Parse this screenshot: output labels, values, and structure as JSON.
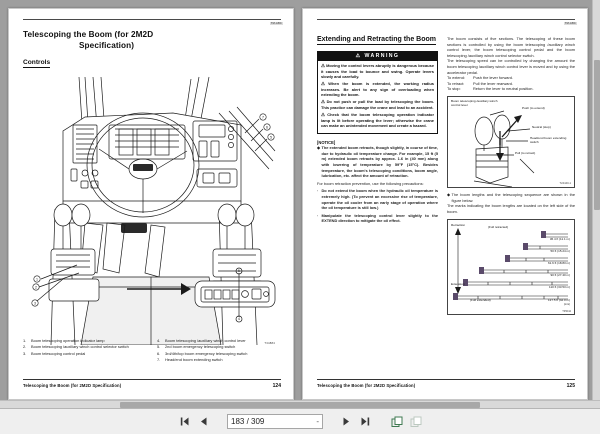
{
  "viewer": {
    "toolbar": {
      "first_page_label": "◀|",
      "prev_page_label": "◀",
      "next_page_label": "▶",
      "last_page_label": "|▶",
      "page_value": "183 / 309",
      "page_caret": "-",
      "icons": [
        "first-page-icon",
        "prev-page-icon",
        "next-page-icon",
        "last-page-icon",
        "add-bookmark-icon",
        "remove-bookmark-icon"
      ]
    }
  },
  "left_page": {
    "corner_code": "TM-ABC",
    "title_line1": "Telescoping the Boom (for 2M2D",
    "title_line2": "Specification)",
    "section": "Controls",
    "illustration_code": "T34884",
    "legend_left": [
      {
        "num": "1.",
        "text": "Boom telescoping operation indicator lamp"
      },
      {
        "num": "2.",
        "text": "Boom telescoping /auxiliary winch control selector switch"
      },
      {
        "num": "3.",
        "text": "Boom telescoping control pedal"
      }
    ],
    "legend_right": [
      {
        "num": "4.",
        "text": "Boom telescoping /auxiliary winch control lever"
      },
      {
        "num": "5.",
        "text": "2nd boom emergency telescoping switch"
      },
      {
        "num": "6.",
        "text": "3rd/4th/top boom emergency telescoping switch"
      },
      {
        "num": "7.",
        "text": "Head/end boom extending switch"
      }
    ],
    "footer_text": "Telescoping the Boom (for 2M2D Specification)",
    "footer_page": "124"
  },
  "right_page": {
    "corner_code": "TM-ABC",
    "title": "Extending and Retracting the Boom",
    "warning": {
      "header": "WARNING",
      "triangle": "⚠",
      "items": [
        "Moving the control levers abruptly is dangerous because it causes the load to bounce and swing. Operate levers slowly and carefully.",
        "When the boom is extended, the working radius increases. Be alert to any sign of overloading when extending the boom.",
        "Do not push or pull the load by telescoping the boom. This practice can damage the crane and lead to an accident.",
        "Check that the boom telescoping operation indicator lamp is lit before operating the lever; otherwise the crane can make an unintended movement and create a hazard."
      ]
    },
    "notice": {
      "header": "[NOTICE]",
      "diamond": "◆",
      "bullet": "The extended boom retracts, though slightly, in course of time, due to hydraulic oil temperature change. For example, 15 ft (5 m) extended boom retracts by approx. 1.6 in (40 mm) along with lowering of temperature by 59°F (15°C). Besides temperature, the boom's telescoping conditions, boom angle, lubrication, etc. affect the amount of retraction.",
      "intro": "For boom retraction prevention, use the following precautions:",
      "dash": "·",
      "subs": [
        "Do not extend the boom when the hydraulic oil temperature is extremely high. (To prevent an excessive rise of temperature, operate the oil cooler from an early stage of operation where the oil temperature is still low.)",
        "Manipulate the telescoping control lever slightly to the EXTEND direction to mitigate the oil effect."
      ]
    },
    "body": {
      "para1": "The boom consists of five sections. The telescoping of these boom sections is controlled by using the boom telescoping /auxiliary winch control lever, the boom telescoping control pedal and the boom telescoping /auxiliary winch control selector switch.",
      "para2": "The telescoping speed can be controlled by changing the amount the boom telescoping /auxiliary winch control lever is moved and by using the accelerator pedal.",
      "defs": [
        {
          "dt": "To extend:",
          "dd": "Push the lever forward."
        },
        {
          "dt": "To retract:",
          "dd": "Pull the lever rearward."
        },
        {
          "dt": "To stop:",
          "dd": "Return the lever to neutral position."
        }
      ]
    },
    "lever_figure": {
      "code": "T24440-1",
      "labels": [
        "Boom telescoping /auxiliary winch control lever",
        "Push (to extend)",
        "Neutral (stop)",
        "Head/end boom extending switch",
        "Pull (to retract)"
      ]
    },
    "figure_note": {
      "diamond": "◆",
      "text": "The boom lengths and the telescoping sequence are shown in the figure below.",
      "text2": "The marks indicating the boom lengths are located on the left side of the boom."
    },
    "boom_diagram": {
      "code": "T35044",
      "label_retraction": "Retraction",
      "label_extension": "Extension",
      "label_full_retracted": "(Full retracted)",
      "label_full_extended": "(Full extended)",
      "note": "(mm)",
      "stages": [
        "36.4 ft (11.1 m)",
        "50 ft (15.24 m)",
        "61.6 ft (18.83 m)",
        "90 ft (27.40 m)",
        "110 ft (33.53 m)",
        "137.5 ft (42.0 m)"
      ]
    },
    "footer_text": "Telescoping the Boom (for 2M2D Specification)",
    "footer_page": "125"
  }
}
